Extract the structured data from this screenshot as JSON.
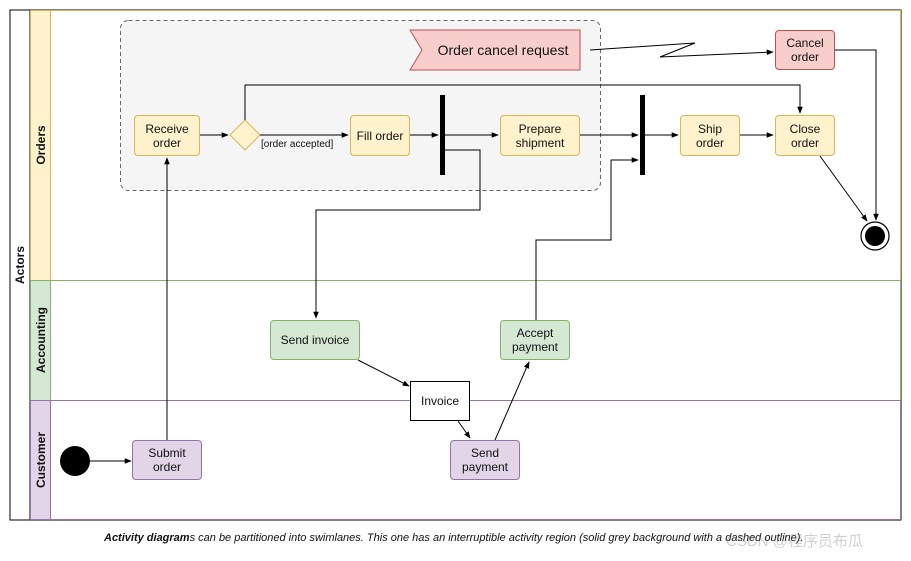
{
  "diagram": {
    "outer_label": "Actors",
    "lanes": {
      "orders": "Orders",
      "accounting": "Accounting",
      "customer": "Customer"
    },
    "nodes": {
      "receive_order": "Receive\norder",
      "fill_order": "Fill order",
      "prepare_shipment": "Prepare\nshipment",
      "ship_order": "Ship\norder",
      "close_order": "Close\norder",
      "cancel_order": "Cancel\norder",
      "order_cancel_request": "Order cancel request",
      "send_invoice": "Send invoice",
      "accept_payment": "Accept\npayment",
      "invoice": "Invoice",
      "send_payment": "Send\npayment",
      "submit_order": "Submit\norder"
    },
    "guard_label": "[order accepted]",
    "colors": {
      "orders_lane": "#fff2cc",
      "accounting_lane": "#d5e8d4",
      "customer_lane": "#e1d5e7",
      "cancel": "#f8cecc"
    }
  },
  "caption": {
    "bold": "Activity diagram",
    "rest": "s can be partitioned into swimlanes. This one has an interruptible activity region (solid grey background with a dashed outline)."
  },
  "watermark": "CSDN @程序员布瓜"
}
